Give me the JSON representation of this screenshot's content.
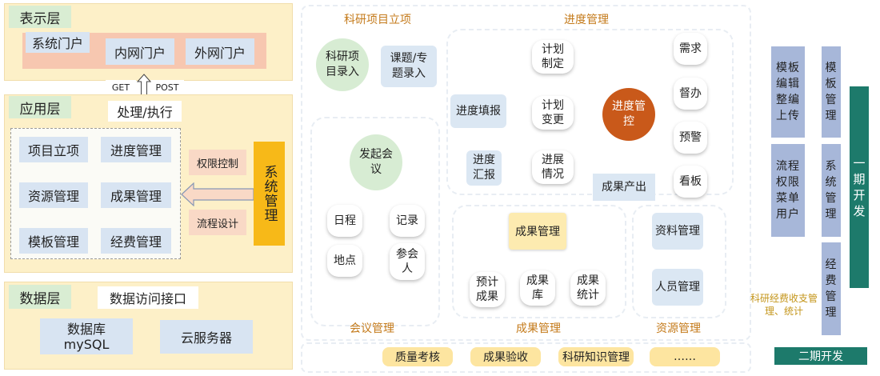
{
  "presentation_layer": {
    "title": "表示层",
    "system_portal": "系统门户",
    "intranet_portal": "内网门户",
    "extranet_portal": "外网门户"
  },
  "connector": {
    "get": "GET",
    "post": "POST",
    "process": "处理/执行"
  },
  "application_layer": {
    "title": "应用层",
    "modules": [
      "项目立项",
      "进度管理",
      "资源管理",
      "成果管理",
      "模板管理",
      "经费管理"
    ],
    "permission": "权限控制",
    "workflow": "流程设计",
    "system_mgmt": "系统管理"
  },
  "data_layer": {
    "title": "数据层",
    "access_interface": "数据访问接口",
    "database_line1": "数据库",
    "database_line2": "mySQL",
    "cloud": "云服务器"
  },
  "project_setup": {
    "title": "科研项目立项",
    "entry": "科研项目录入",
    "topic_entry": "课题/专题录入"
  },
  "progress": {
    "title": "进度管理",
    "plan_make": "计划制定",
    "plan_change": "计划变更",
    "progress_fill": "进度填报",
    "progress_report": "进度汇报",
    "progress_status": "进展情况",
    "progress_control": "进度管控",
    "demand": "需求",
    "supervise": "督办",
    "warning": "预警",
    "kanban": "看板",
    "output": "成果产出"
  },
  "meeting": {
    "title": "会议管理",
    "initiate": "发起会议",
    "schedule": "日程",
    "record": "记录",
    "location": "地点",
    "participants": "参会人"
  },
  "results": {
    "title": "成果管理",
    "box": "成果管理",
    "expected": "预计成果",
    "library": "成果库",
    "stats": "成果统计"
  },
  "resources": {
    "title": "资源管理",
    "materials": "资料管理",
    "personnel": "人员管理"
  },
  "bottom": [
    "质量考核",
    "成果验收",
    "科研知识管理",
    "……"
  ],
  "phase": {
    "template_edit": "模板编辑整编上传",
    "workflow_menu": "流程权限菜单用户",
    "template_mgmt": "模板管理",
    "system_mgmt": "系统管理",
    "fund_mgmt": "经费管理",
    "fund_note": "科研经费收支管理、统计",
    "phase1": "一期开发",
    "phase2": "二期开发"
  }
}
